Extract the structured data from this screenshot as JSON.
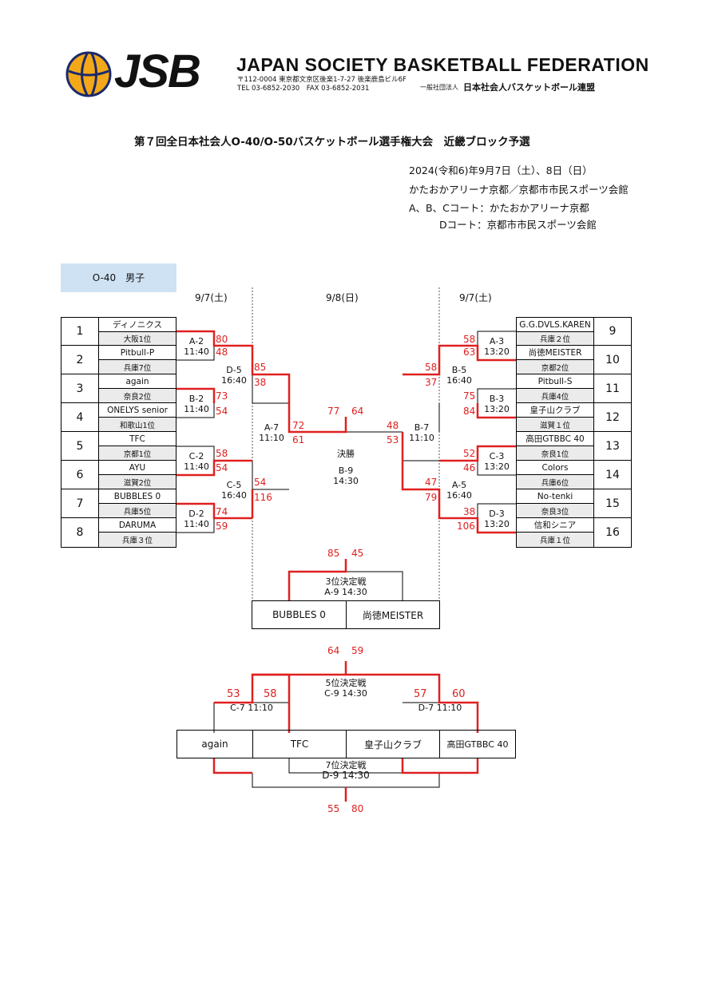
{
  "header": {
    "logo_text": "JSB",
    "federation": "JAPAN SOCIETY BASKETBALL FEDERATION",
    "address_line1": "〒112-0004 東京都文京区後楽1-7-27 後楽鹿島ビル6F",
    "address_line2": "TEL 03-6852-2030　FAX 03-6852-2031",
    "jp_name_small": "一般社団法人",
    "jp_name": "日本社会人バスケットボール連盟"
  },
  "tournament": {
    "title": "第７回全日本社会人O-40/O-50バスケットボール選手権大会　近畿ブロック予選",
    "date": "2024(令和6)年9月7日（土）、8日（日）",
    "venue": "かたおかアリーナ京都／京都市市民スポーツ会館",
    "court_abc": "A、B、Cコート：かたおかアリーナ京都",
    "court_d": "Dコート：京都市市民スポーツ会館"
  },
  "division": "O-40　男子",
  "day_labels": {
    "left": "9/7(土)",
    "center": "9/8(日)",
    "right": "9/7(土)"
  },
  "teams_left": [
    {
      "no": "1",
      "name": "ディノニクス",
      "rank": "大阪1位"
    },
    {
      "no": "2",
      "name": "Pitbull-P",
      "rank": "兵庫7位"
    },
    {
      "no": "3",
      "name": "again",
      "rank": "奈良2位"
    },
    {
      "no": "4",
      "name": "ONELYS senior",
      "rank": "和歌山1位"
    },
    {
      "no": "5",
      "name": "TFC",
      "rank": "京都1位"
    },
    {
      "no": "6",
      "name": "AYU",
      "rank": "滋賀2位"
    },
    {
      "no": "7",
      "name": "BUBBLES 0",
      "rank": "兵庫5位"
    },
    {
      "no": "8",
      "name": "DARUMA",
      "rank": "兵庫３位"
    }
  ],
  "teams_right": [
    {
      "no": "9",
      "name": "G.G.DVLS.KAREN",
      "rank": "兵庫２位"
    },
    {
      "no": "10",
      "name": "尚徳MEISTER",
      "rank": "京都2位"
    },
    {
      "no": "11",
      "name": "Pitbull-S",
      "rank": "兵庫4位"
    },
    {
      "no": "12",
      "name": "皇子山クラブ",
      "rank": "滋賀１位"
    },
    {
      "no": "13",
      "name": "高田GTBBC 40",
      "rank": "奈良1位"
    },
    {
      "no": "14",
      "name": "Colors",
      "rank": "兵庫6位"
    },
    {
      "no": "15",
      "name": "No-tenki",
      "rank": "奈良3位"
    },
    {
      "no": "16",
      "name": "信和シニア",
      "rank": "兵庫１位"
    }
  ],
  "games": {
    "A2": {
      "code": "A-2",
      "time": "11:40",
      "s1": "80",
      "s2": "48"
    },
    "B2": {
      "code": "B-2",
      "time": "11:40",
      "s1": "73",
      "s2": "54"
    },
    "C2": {
      "code": "C-2",
      "time": "11:40",
      "s1": "58",
      "s2": "54"
    },
    "D2": {
      "code": "D-2",
      "time": "11:40",
      "s1": "74",
      "s2": "59"
    },
    "D5": {
      "code": "D-5",
      "time": "16:40",
      "s1": "85",
      "s2": "38"
    },
    "C5": {
      "code": "C-5",
      "time": "16:40",
      "s1": "54",
      "s2": "116"
    },
    "A7": {
      "code": "A-7",
      "time": "11:10",
      "s1": "72",
      "s2": "61"
    },
    "A3": {
      "code": "A-3",
      "time": "13:20",
      "s1": "58",
      "s2": "63"
    },
    "B3": {
      "code": "B-3",
      "time": "13:20",
      "s1": "75",
      "s2": "84"
    },
    "C3": {
      "code": "C-3",
      "time": "13:20",
      "s1": "52",
      "s2": "46"
    },
    "D3": {
      "code": "D-3",
      "time": "13:20",
      "s1": "38",
      "s2": "106"
    },
    "B5": {
      "code": "B-5",
      "time": "16:40",
      "s1": "58",
      "s2": "37"
    },
    "A5": {
      "code": "A-5",
      "time": "16:40",
      "s1": "47",
      "s2": "79"
    },
    "B7": {
      "code": "B-7",
      "time": "11:10",
      "s1": "48",
      "s2": "53"
    },
    "final": {
      "label": "決勝",
      "code": "B-9",
      "time": "14:30",
      "s1": "77",
      "s2": "64"
    },
    "third": {
      "label": "3位決定戦",
      "code_time": "A-9 14:30",
      "s1": "85",
      "s2": "45"
    },
    "fifth": {
      "label": "5位決定戦",
      "code_time": "C-9 14:30",
      "s1": "64",
      "s2": "59"
    },
    "C7": {
      "code_time": "C-7 11:10",
      "s1": "53",
      "s2": "58"
    },
    "D7": {
      "code_time": "D-7 11:10",
      "s1": "57",
      "s2": "60"
    },
    "seventh": {
      "label": "7位決定戦",
      "code_time": "D-9 14:30",
      "s1": "55",
      "s2": "80"
    }
  },
  "third_place_teams": [
    "BUBBLES 0",
    "尚徳MEISTER"
  ],
  "placement_teams": [
    "again",
    "TFC",
    "皇子山クラブ",
    "高田GTBBC 40"
  ]
}
